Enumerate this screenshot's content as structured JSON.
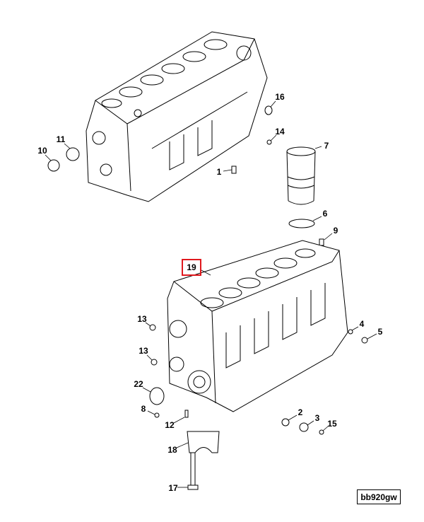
{
  "diagram": {
    "highlight_color": "#e0191e",
    "reference_code": "bb920gw",
    "highlighted_callout": "19",
    "callouts": [
      "16",
      "14",
      "7",
      "11",
      "10",
      "1",
      "6",
      "9",
      "13",
      "13",
      "4",
      "5",
      "22",
      "8",
      "12",
      "2",
      "3",
      "15",
      "18",
      "17"
    ]
  }
}
